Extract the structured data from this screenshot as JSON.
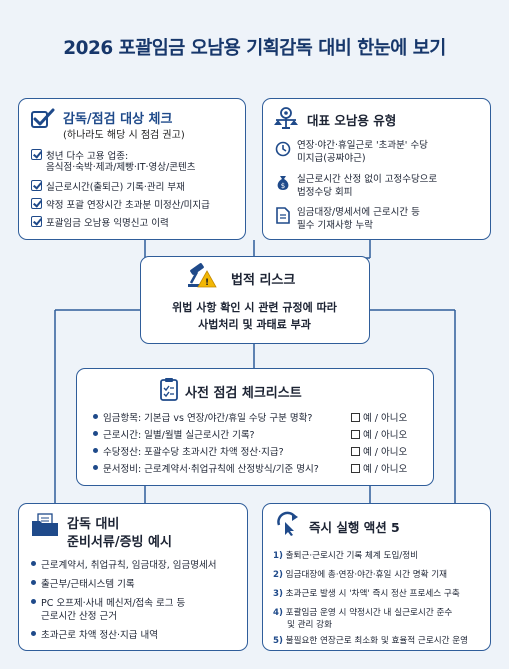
{
  "page": {
    "title": "2026 포괄임금 오남용 기획감독 대비 한눈에 보기"
  },
  "colors": {
    "accent": "#1f4a8a",
    "border": "#2f5d9a",
    "background": "#eef3f9",
    "warning": "#f2b705"
  },
  "inspection_targets": {
    "icon": "checkbox-check-icon",
    "title": "감독/점검 대상 체크",
    "subtitle": "(하나라도 해당 시 점검 권고)",
    "items": [
      {
        "line1": "청년 다수 고용 업종:",
        "line2": "음식점·숙박·제과/제빵·IT·영상/콘텐츠"
      },
      {
        "line1": "실근로시간(출퇴근) 기록·관리 부재",
        "line2": ""
      },
      {
        "line1": "약정 포괄 연장시간 초과분 미정산/미지급",
        "line2": ""
      },
      {
        "line1": "포괄임금 오남용 익명신고 이력",
        "line2": ""
      }
    ]
  },
  "misuse_types": {
    "icon": "scale-gear-icon",
    "title": "대표 오남용 유형",
    "items": [
      {
        "icon": "clock-icon",
        "line1": "연장·야간·휴일근로 '초과분' 수당",
        "line2": "미지급(공짜야근)"
      },
      {
        "icon": "money-bag-icon",
        "line1": "실근로시간 산정 없이 고정수당으로",
        "line2": "법정수당 회피"
      },
      {
        "icon": "document-icon",
        "line1": "임금대장/명세서에 근로시간 등",
        "line2": "필수 기재사항 누락"
      }
    ]
  },
  "legal_risk": {
    "icon": "gavel-warning-icon",
    "title": "법적 리스크",
    "line1": "위법 사항 확인 시 관련 규정에 따라",
    "line2": "사법처리 및 과태료 부과"
  },
  "checklist": {
    "icon": "clipboard-icon",
    "title": "사전 점검 체크리스트",
    "answer": "예 / 아니오",
    "items": [
      "임금항목: 기본급 vs 연장/야간/휴일 수당 구분 명확?",
      "근로시간: 일별/월별 실근로시간 기록?",
      "수당정산: 포괄수당 초과시간 차액 정산·지급?",
      "문서정비: 근로계약서·취업규칙에 산정방식/기준 명시?"
    ]
  },
  "documents": {
    "icon": "folder-icon",
    "title_line1": "감독 대비",
    "title_line2": "준비서류/증빙 예시",
    "items": [
      {
        "line1": "근로계약서, 취업규칙, 임금대장, 임금명세서",
        "line2": ""
      },
      {
        "line1": "출근부/근태시스템 기록",
        "line2": ""
      },
      {
        "line1": "PC 오프제·사내 메신저/접속 로그 등",
        "line2": "근로시간 산정 근거"
      },
      {
        "line1": "초과근로 차액 정산·지급 내역",
        "line2": ""
      }
    ]
  },
  "actions": {
    "icon": "cursor-arrow-icon",
    "title": "즉시 실행 액션 5",
    "items": [
      {
        "num": "1)",
        "line1": "출퇴근·근로시간 기록 체계 도입/정비",
        "line2": ""
      },
      {
        "num": "2)",
        "line1": "임금대장에 총·연장·야간·휴일 시간 명확 기재",
        "line2": ""
      },
      {
        "num": "3)",
        "line1": "초과근로 발생 시 '차액' 즉시 정산 프로세스 구축",
        "line2": ""
      },
      {
        "num": "4)",
        "line1": "포괄임금 운영 시 약정시간 내 실근로시간 준수",
        "line2": "및 관리 강화"
      },
      {
        "num": "5)",
        "line1": "불필요한 연장근로 최소화 및 효율적 근로시간 운영",
        "line2": ""
      }
    ]
  }
}
